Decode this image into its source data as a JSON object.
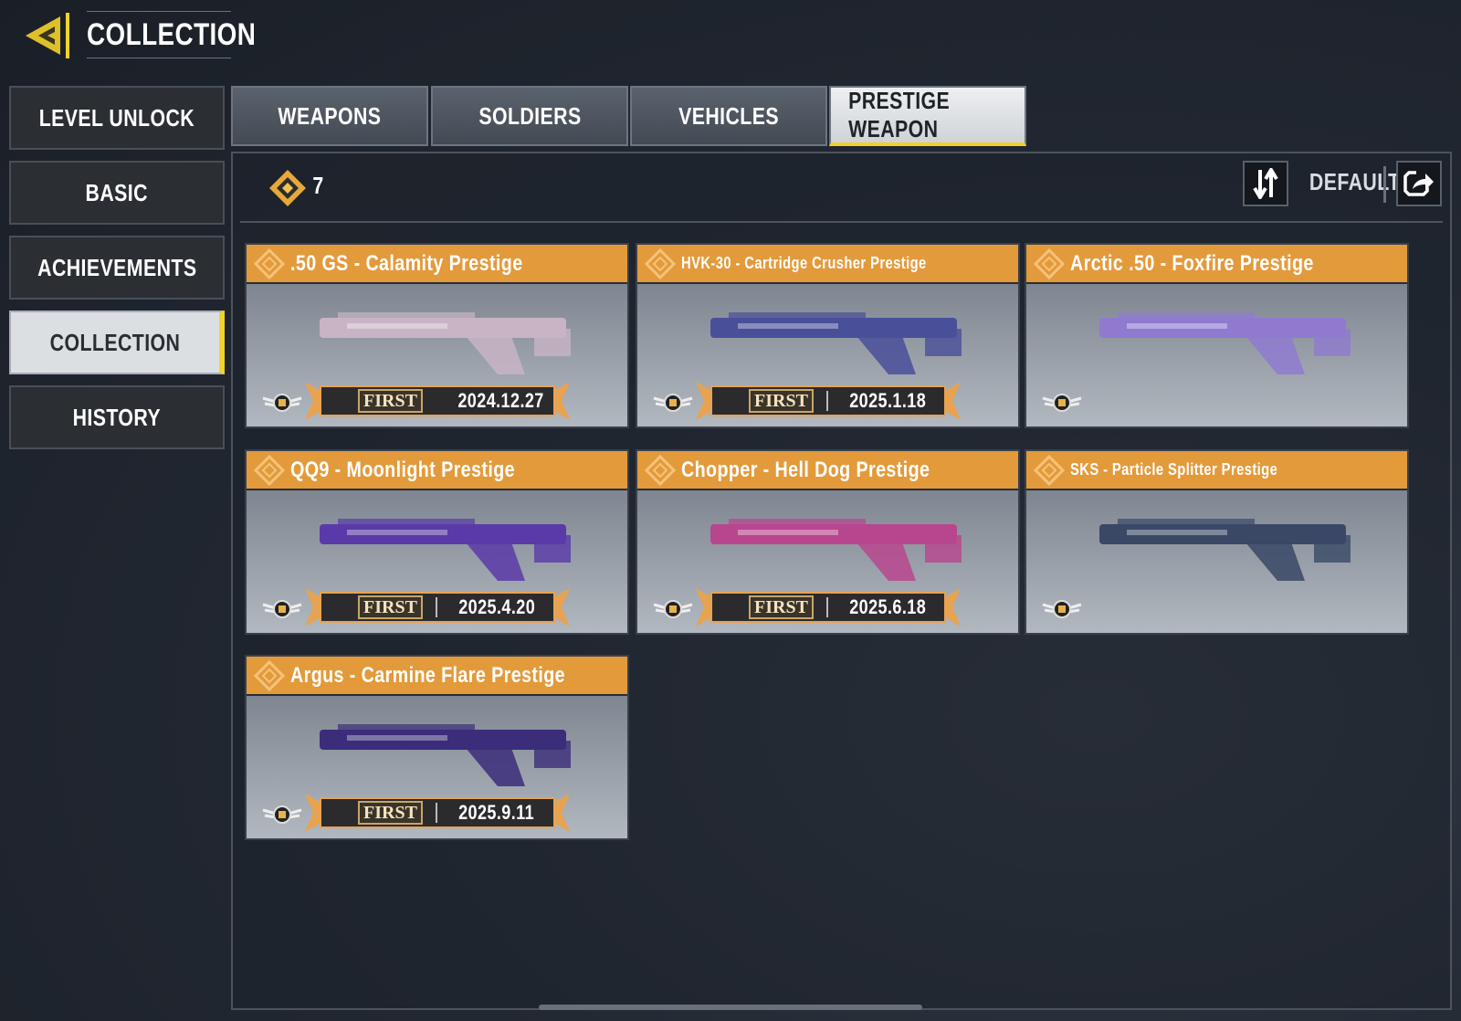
{
  "header": {
    "title": "COLLECTION",
    "back_icon": "back-chevron-icon"
  },
  "sidebar": {
    "items": [
      {
        "label": "LEVEL UNLOCK",
        "active": false
      },
      {
        "label": "BASIC",
        "active": false
      },
      {
        "label": "ACHIEVEMENTS",
        "active": false
      },
      {
        "label": "COLLECTION",
        "active": true
      },
      {
        "label": "HISTORY",
        "active": false
      }
    ]
  },
  "tabs": [
    {
      "label": "WEAPONS",
      "active": false
    },
    {
      "label": "SOLDIERS",
      "active": false
    },
    {
      "label": "VEHICLES",
      "active": false
    },
    {
      "label": "PRESTIGE WEAPON",
      "active": true
    }
  ],
  "toolbar": {
    "count": "7",
    "sort_label": "DEFAULT"
  },
  "colors": {
    "accent": "#f1d12b",
    "card_header": "#e39a3b"
  },
  "cards": [
    {
      "name": ".50 GS - Calamity Prestige",
      "badge": "FIRST",
      "date": "2024.12.27",
      "gun_color": "#c8b4c4"
    },
    {
      "name": "HVK-30 - Cartridge Crusher Prestige",
      "badge": "FIRST",
      "date": "2025.1.18",
      "gun_color": "#4a4f9a"
    },
    {
      "name": "Arctic .50 - Foxfire Prestige",
      "badge": "",
      "date": "",
      "gun_color": "#8f7ad0"
    },
    {
      "name": "QQ9 - Moonlight Prestige",
      "badge": "FIRST",
      "date": "2025.4.20",
      "gun_color": "#5a3aa8"
    },
    {
      "name": "Chopper - Hell Dog Prestige",
      "badge": "FIRST",
      "date": "2025.6.18",
      "gun_color": "#b8468e"
    },
    {
      "name": "SKS - Particle Splitter Prestige",
      "badge": "",
      "date": "",
      "gun_color": "#3a4866"
    },
    {
      "name": "Argus - Carmine Flare Prestige",
      "badge": "FIRST",
      "date": "2025.9.11",
      "gun_color": "#3b2d7a"
    }
  ]
}
